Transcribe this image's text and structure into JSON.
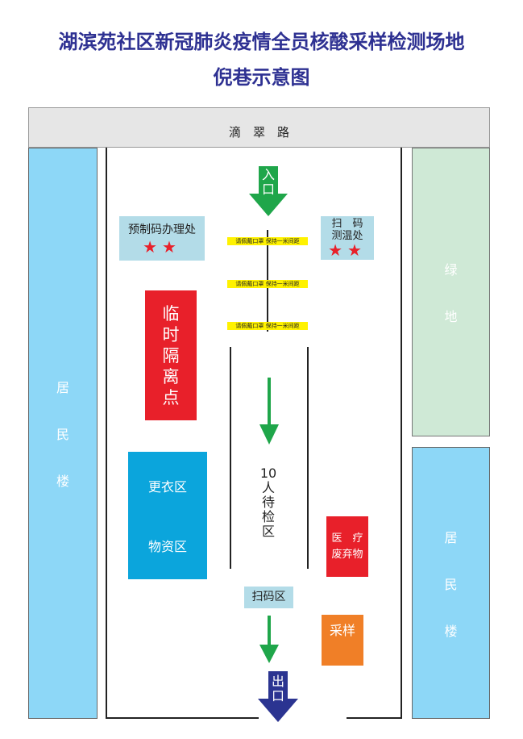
{
  "title": {
    "line1": "湖滨苑社区新冠肺炎疫情全员核酸采样检测场地",
    "line2": "倪巷示意图"
  },
  "road": "滴　翠　路",
  "left_building": [
    "居",
    "民",
    "楼"
  ],
  "green_area": [
    "绿",
    "地"
  ],
  "right_building": [
    "居",
    "民",
    "楼"
  ],
  "entrance": [
    "入",
    "口"
  ],
  "exit": [
    "出",
    "口"
  ],
  "notices": [
    "请佩戴口罩 保持一米间距",
    "请佩戴口罩 保持一米间距",
    "请佩戴口罩 保持一米间距"
  ],
  "precode_office": {
    "label": "预制码办理处",
    "stars": "★★"
  },
  "scan_temp": {
    "line1": "扫　码",
    "line2": "测温处",
    "stars": "★★"
  },
  "isolation": [
    "临",
    "时",
    "隔",
    "离",
    "点"
  ],
  "changing": "更衣区",
  "supplies": "物资区",
  "waiting": [
    "10",
    "人",
    "待",
    "检",
    "区"
  ],
  "medical_waste": {
    "line1": "医　疗",
    "line2": "废弃物"
  },
  "scan_zone": "扫码区",
  "sampling": "采样",
  "colors": {
    "title": "#2e3192",
    "building": "#8dd7f7",
    "green": "#cfe9d6",
    "red": "#e8202a",
    "cyan": "#0ba5dc",
    "orange": "#f07f27",
    "arrow_green": "#1fa64a",
    "exit_blue": "#2b3491",
    "lightblue": "#b3dce8"
  }
}
